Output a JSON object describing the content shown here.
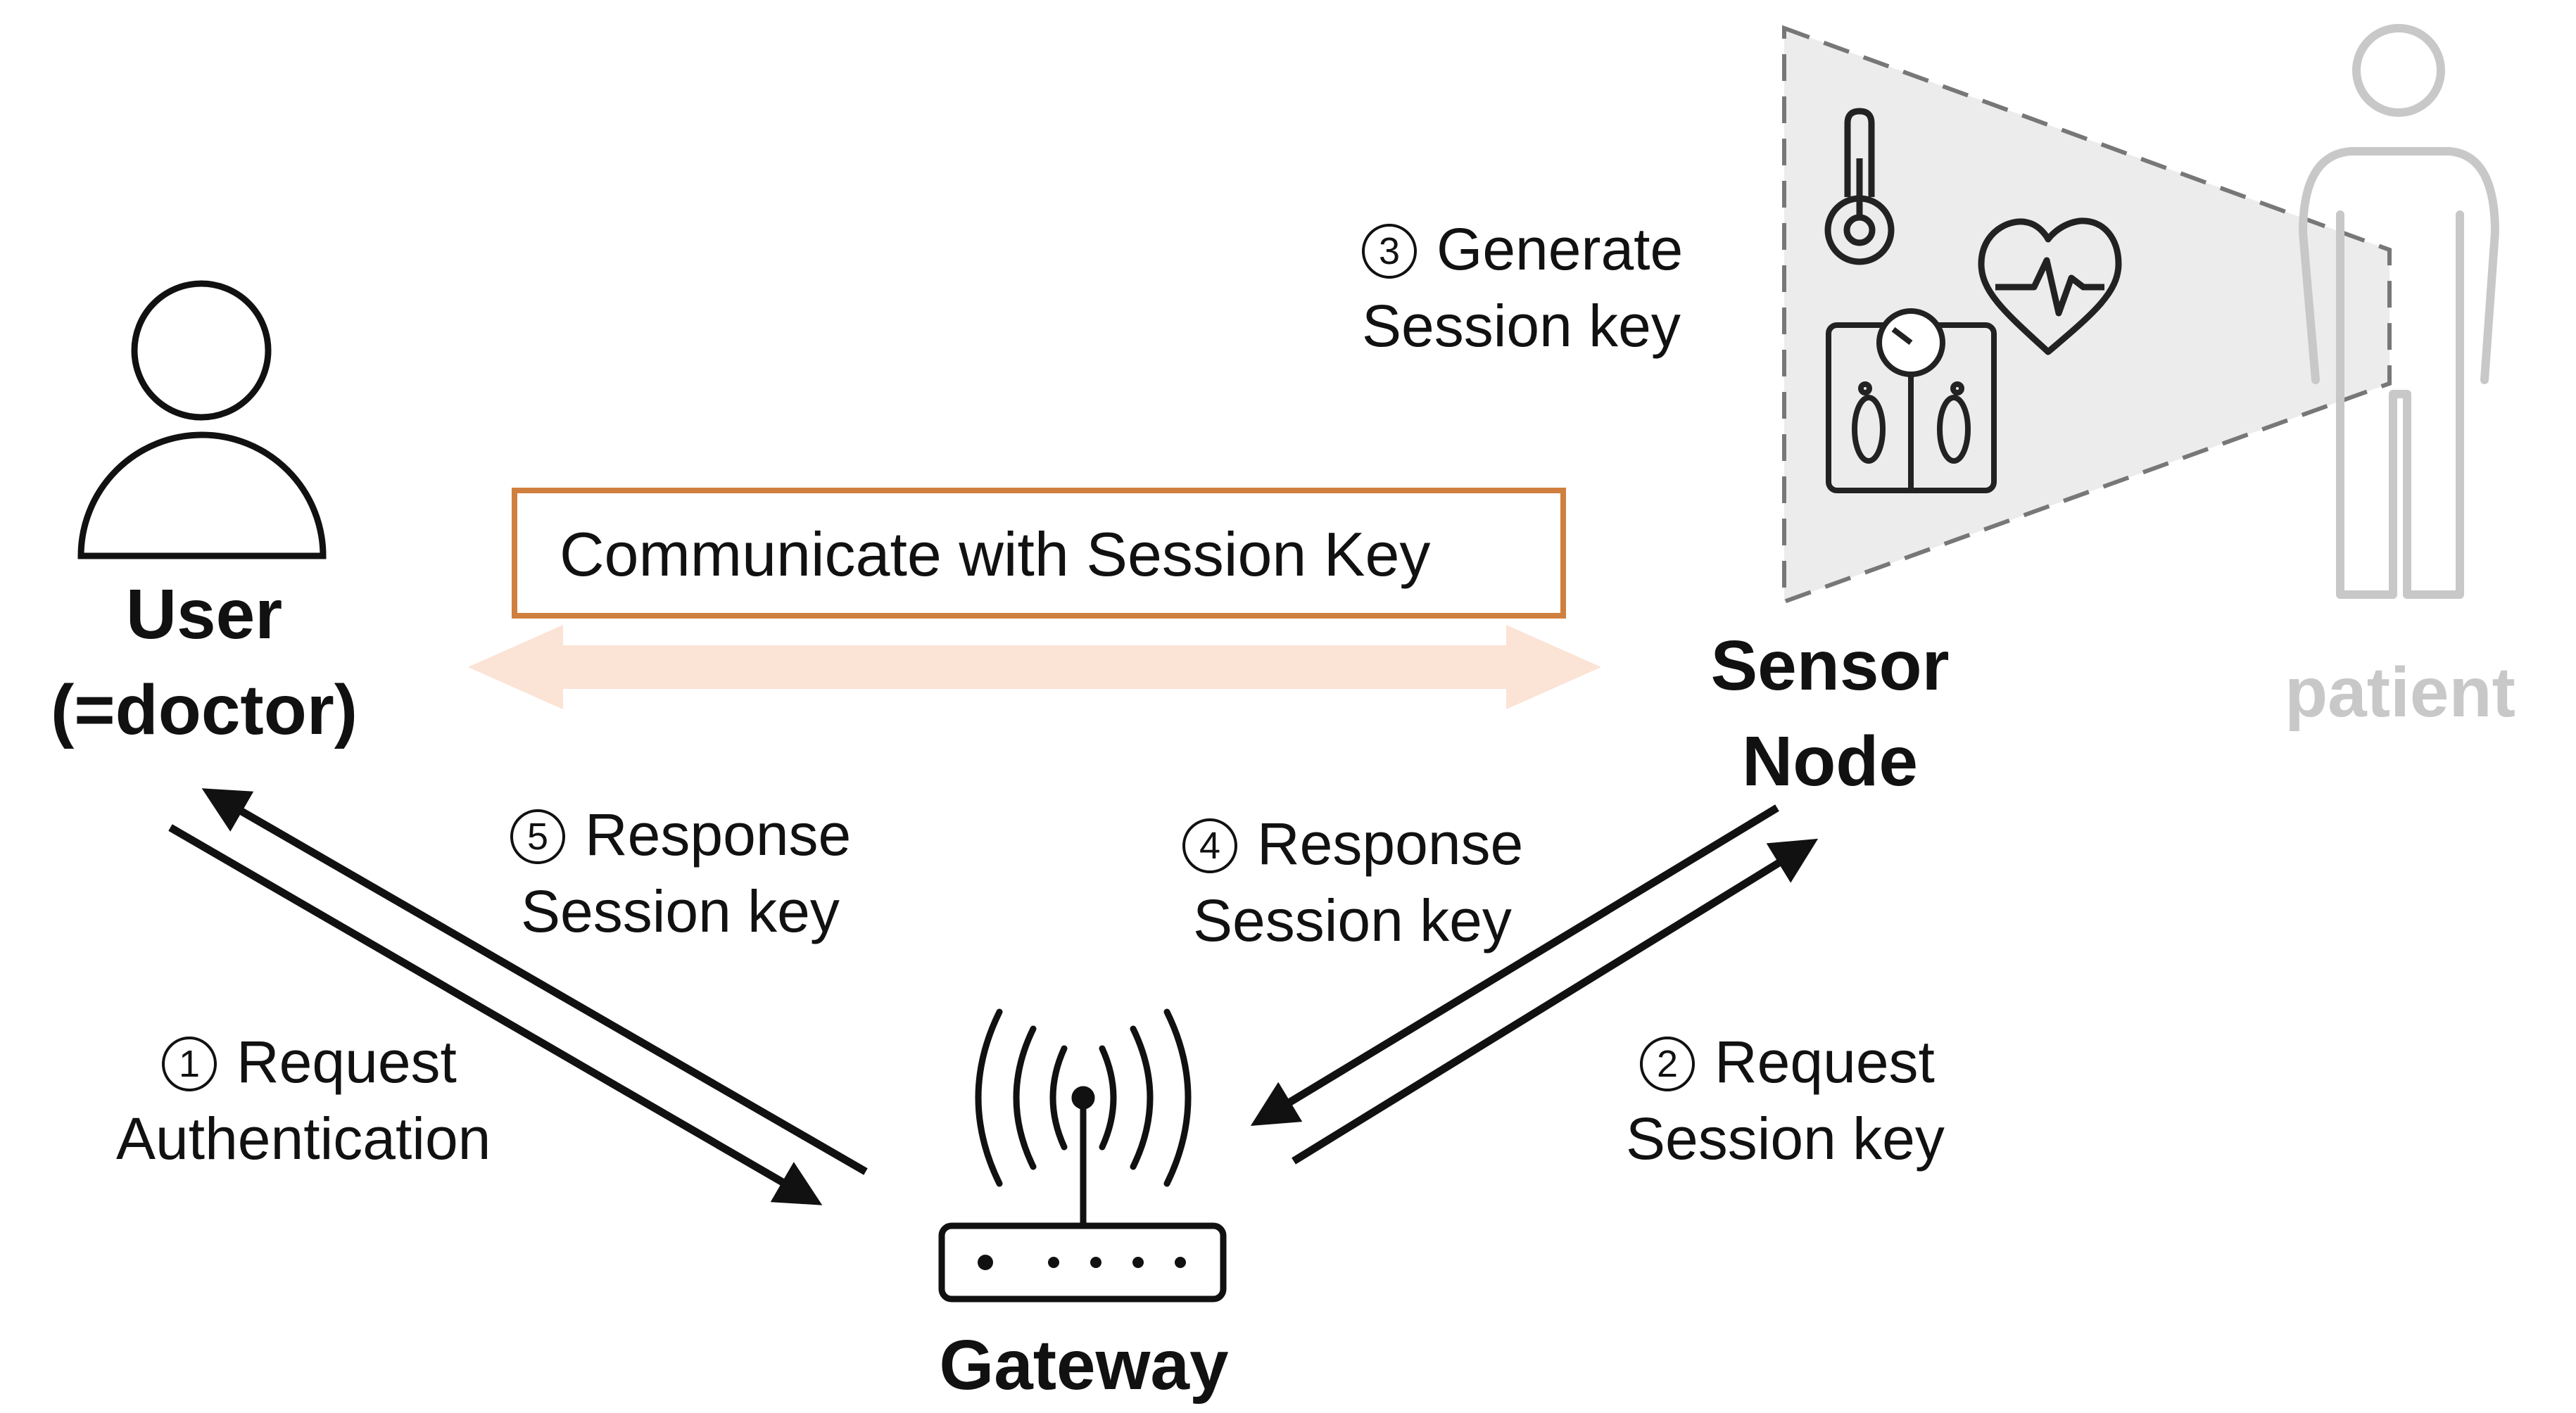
{
  "nodes": {
    "user": {
      "line1": "User",
      "line2": "(=doctor)"
    },
    "sensor": {
      "line1": "Sensor",
      "line2": "Node"
    },
    "gateway": {
      "label": "Gateway"
    },
    "patient": {
      "label": "patient"
    }
  },
  "session_box": {
    "label": "Communicate with Session Key"
  },
  "steps": {
    "s1": {
      "num": "1",
      "line1": "Request",
      "line2": "Authentication"
    },
    "s2": {
      "num": "2",
      "line1": "Request",
      "line2": "Session key"
    },
    "s3": {
      "num": "3",
      "line1": "Generate",
      "line2": "Session key"
    },
    "s4": {
      "num": "4",
      "line1": "Response",
      "line2": "Session key"
    },
    "s5": {
      "num": "5",
      "line1": "Response",
      "line2": "Session key"
    }
  },
  "colors": {
    "box_border": "#d0803e",
    "comm_arrow": "#fbe3d5",
    "sensor_zone_fill": "#ececec",
    "patient": "#c8c8c8",
    "ink": "#111111"
  },
  "icons": [
    "user-icon",
    "thermometer-icon",
    "heart-rate-icon",
    "body-scale-icon",
    "patient-figure-icon",
    "wireless-router-icon"
  ]
}
